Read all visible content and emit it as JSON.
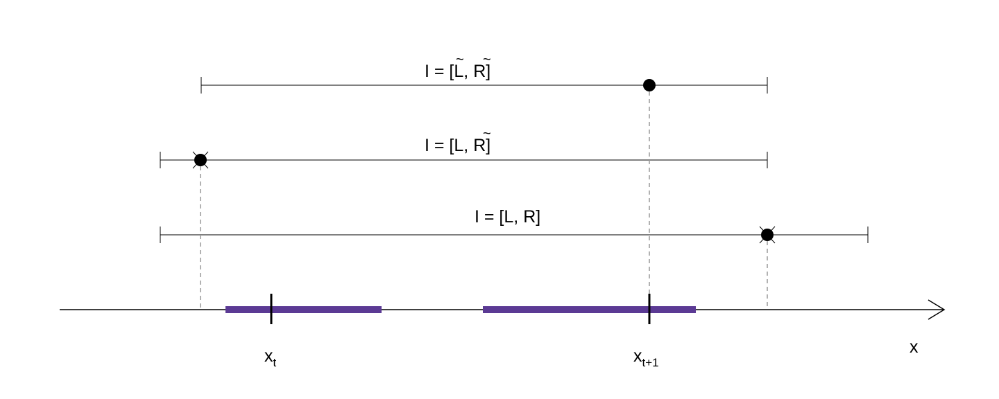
{
  "intervals": [
    {
      "label_prefix": "I = [",
      "left": "L",
      "left_tilde": "~",
      "sep": ", ",
      "right": "R",
      "right_tilde": "~",
      "label_suffix": "]"
    },
    {
      "label_prefix": "I = [",
      "left": "L",
      "sep": ", ",
      "right": "R",
      "right_tilde": "~",
      "label_suffix": "]"
    },
    {
      "label_prefix": "I = [",
      "left": "L",
      "sep": ", ",
      "right": "R",
      "label_suffix": "]"
    }
  ],
  "axis": {
    "x_label": "x",
    "point_t": {
      "base": "x",
      "sub": "t"
    },
    "point_t1": {
      "base": "x",
      "sub": "t+1"
    }
  },
  "colors": {
    "segment": "#5b3a94",
    "line": "#000000",
    "guide": "#999999"
  }
}
